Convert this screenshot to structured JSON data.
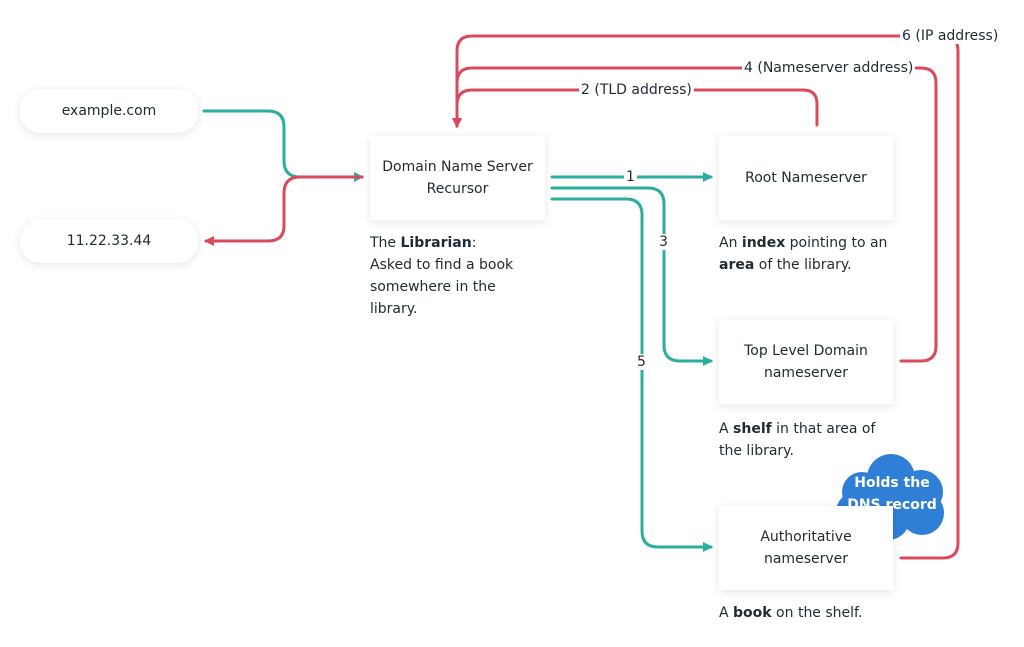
{
  "colors": {
    "teal": "#2bae9e",
    "red": "#d94a5c",
    "cloud": "#2f7fd6"
  },
  "client": {
    "query": "example.com",
    "answer": "11.22.33.44"
  },
  "resolver": {
    "title_line1": "Domain Name Server",
    "title_line2": "Recursor",
    "desc": {
      "the": "The ",
      "role": "Librarian",
      "colon": ":",
      "line2": "Asked to find a book",
      "line3": "somewhere in the",
      "line4": "library."
    }
  },
  "root": {
    "title": "Root Nameserver",
    "desc": {
      "a": "An ",
      "b": "index",
      "c": " pointing to an",
      "d": "area",
      "e": " of the library."
    }
  },
  "tld": {
    "title_line1": "Top Level Domain",
    "title_line2": "nameserver",
    "desc": {
      "a": "A ",
      "b": "shelf",
      "c": " in that area of",
      "d": "the library."
    }
  },
  "auth": {
    "title_line1": "Authoritative",
    "title_line2": "nameserver",
    "desc": {
      "a": "A ",
      "b": "book",
      "c": " on the shelf."
    },
    "cloud_line1": "Holds the",
    "cloud_line2": "DNS record"
  },
  "steps": {
    "s1": "1",
    "s2": "2 (TLD address)",
    "s3": "3",
    "s4": "4 (Nameserver address)",
    "s5": "5",
    "s6": "6 (IP address)"
  }
}
